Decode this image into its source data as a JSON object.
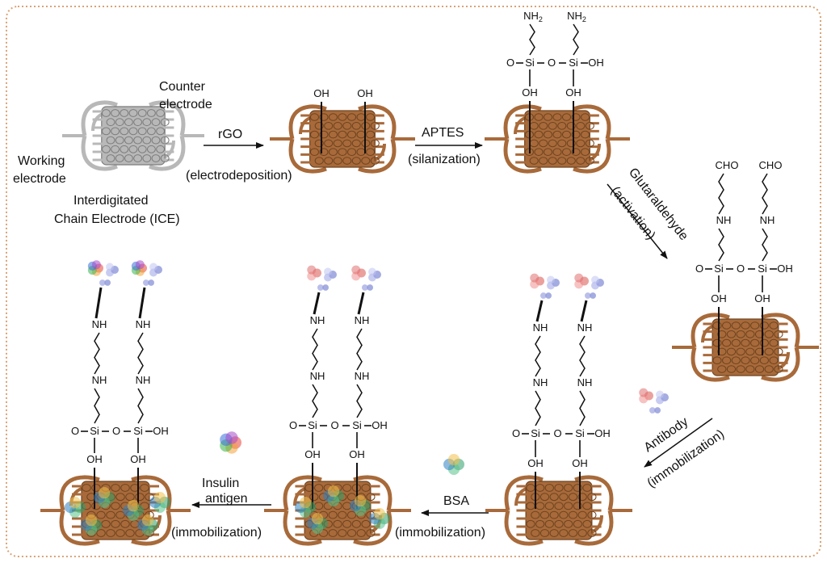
{
  "labels": {
    "counter": [
      "Counter",
      "electrode"
    ],
    "working": [
      "Working",
      "electrode"
    ],
    "ice": [
      "Interdigitated",
      "Chain Electrode (ICE)"
    ],
    "rgo": "rGO",
    "electrodeposition": "(electrodeposition)",
    "aptes": "APTES",
    "silanization": "(silanization)",
    "glutaraldehyde": "Glutaraldehyde",
    "activation": "(activation)",
    "antibody": "Antibody",
    "immobilization": "(immobilization)",
    "bsa": "BSA",
    "insulin": [
      "Insulin",
      "antigen"
    ]
  },
  "chem": {
    "oh": "OH",
    "o": "O",
    "si": "Si",
    "nh": "NH",
    "nh2_base": "NH",
    "nh2_sub": "2",
    "cho": "CHO"
  },
  "colors": {
    "frame": "#d9a376",
    "electrode_brown": "#a86a3a",
    "electrode_dark": "#6e4320",
    "electrode_gray": "#9a9a9a",
    "bsa_green": "#2e9e6a",
    "antibody_red": "#d9534f",
    "antibody_blue": "#5a67c9"
  }
}
